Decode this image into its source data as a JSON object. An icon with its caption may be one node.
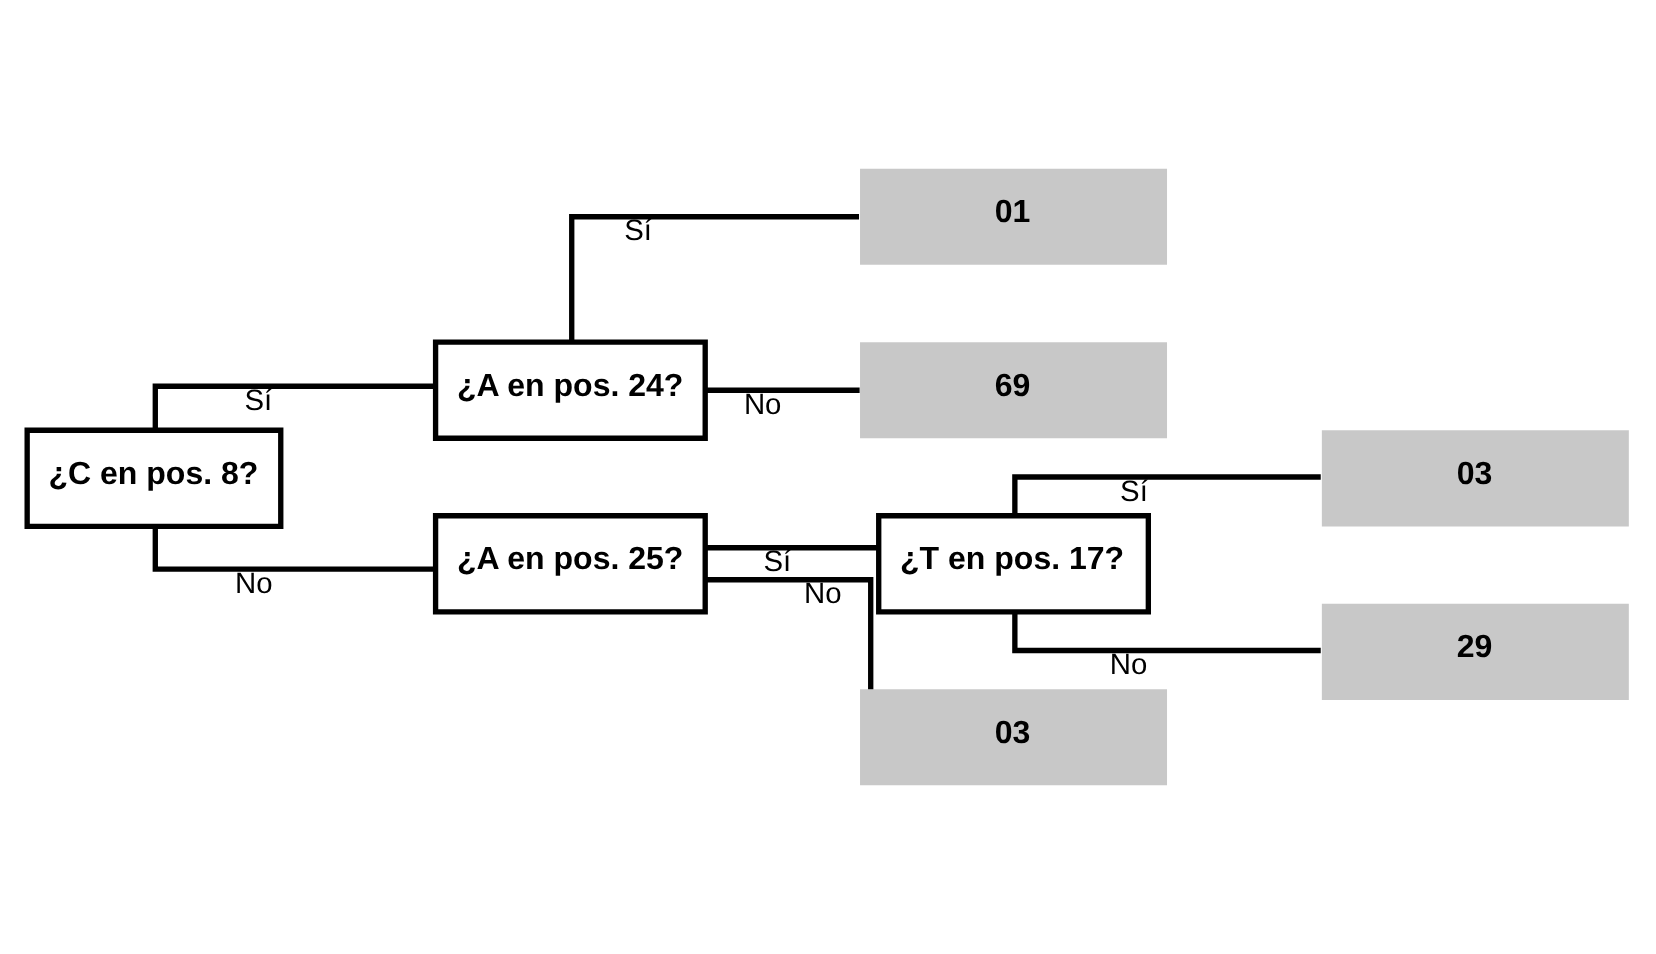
{
  "diagram": {
    "nodes": [
      {
        "text": [
          "¿C en pos. 8?"
        ]
      },
      {
        "text": [
          "¿A en pos. 24?"
        ]
      },
      {
        "text": [
          "01"
        ]
      },
      {
        "text": [
          "69"
        ]
      },
      {
        "text": [
          "¿A en pos. 25?"
        ]
      },
      {
        "text": [
          "¿T en pos. 17?"
        ]
      },
      {
        "text": [
          "03"
        ]
      },
      {
        "text": [
          "29"
        ]
      },
      {
        "text": [
          "03"
        ]
      }
    ],
    "edges": [
      {
        "from": 0,
        "to": 1,
        "arrow": "none",
        "label": "Sí"
      },
      {
        "from": 0,
        "to": 4,
        "arrow": "none",
        "label": "No"
      },
      {
        "from": 1,
        "to": 2,
        "arrow": "none",
        "label": "Sí"
      },
      {
        "from": 1,
        "to": 3,
        "arrow": "none",
        "label": "No"
      },
      {
        "from": 4,
        "to": 5,
        "arrow": "none",
        "label": "Sí"
      },
      {
        "from": 4,
        "to": 8,
        "arrow": "none",
        "label": "No"
      },
      {
        "from": 5,
        "to": 6,
        "arrow": "none",
        "label": "Sí"
      },
      {
        "from": 5,
        "to": 7,
        "arrow": "none",
        "label": "No"
      }
    ]
  }
}
